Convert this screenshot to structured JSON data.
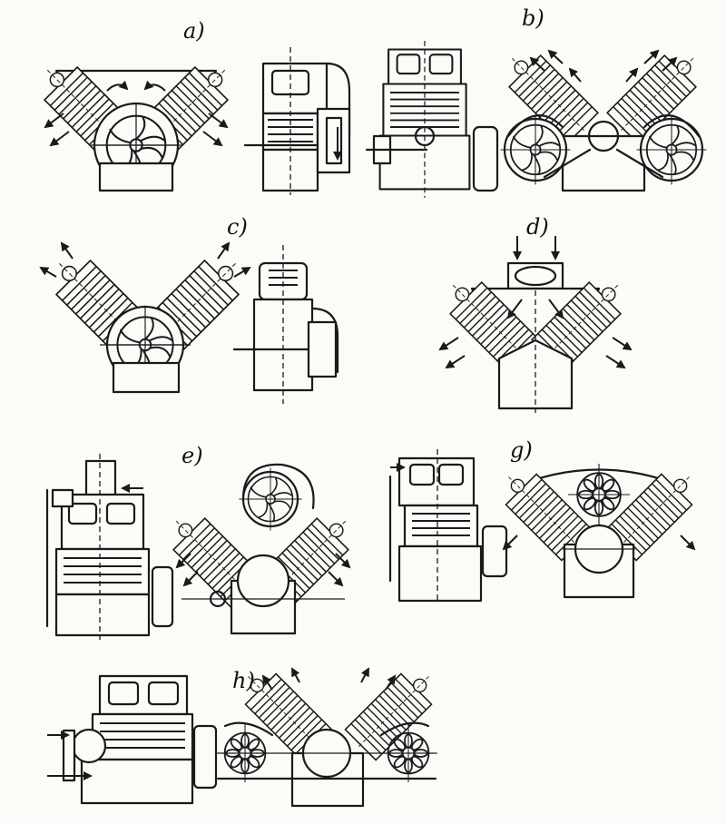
{
  "diagram": {
    "panels": [
      {
        "id": "a",
        "label": "a)"
      },
      {
        "id": "b",
        "label": "b)"
      },
      {
        "id": "c",
        "label": "c)"
      },
      {
        "id": "d",
        "label": "d)"
      },
      {
        "id": "e",
        "label": "e)"
      },
      {
        "id": "g",
        "label": "g)"
      },
      {
        "id": "h",
        "label": "h)"
      }
    ]
  }
}
